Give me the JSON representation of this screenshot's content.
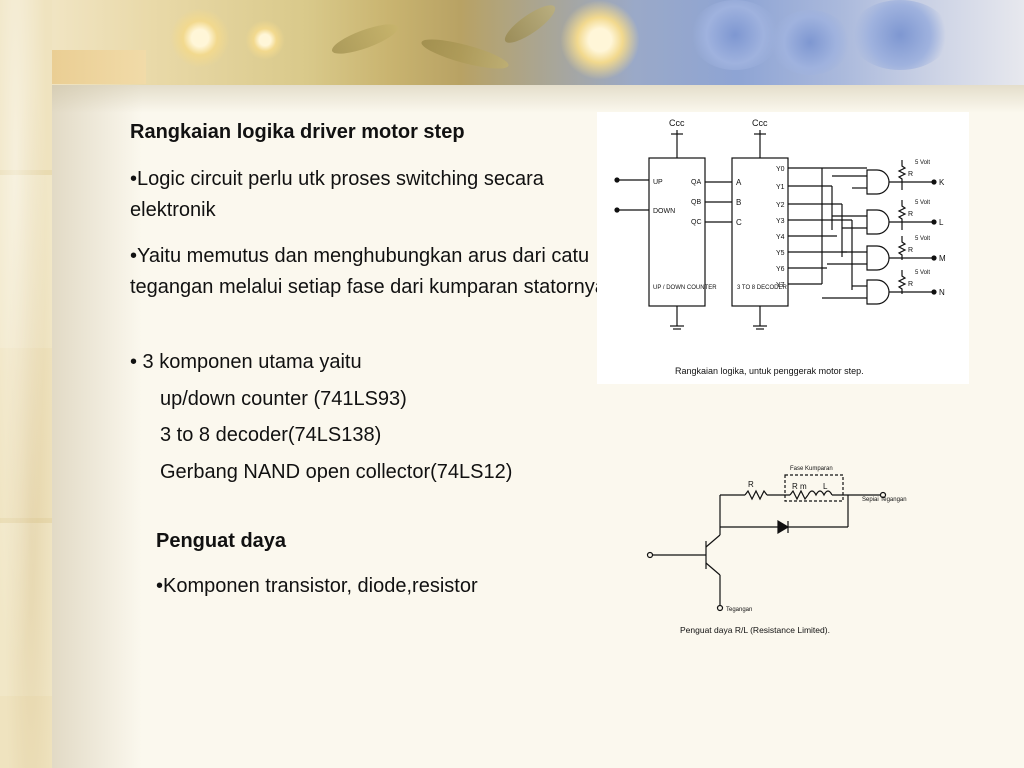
{
  "slide": {
    "title": "Rangkaian logika driver motor step",
    "bullets": [
      "•Logic circuit perlu utk proses switching secara elektronik",
      "•Yaitu memutus dan menghubungkan arus dari catu tegangan melalui setiap fase dari kumparan statornya.",
      "•  3 komponen utama yaitu"
    ],
    "components": [
      "up/down counter (741LS93)",
      "3 to 8 decoder(74LS138)",
      "Gerbang NAND open collector(74LS12)"
    ],
    "subtitle": "Penguat daya",
    "sub_bullet": "•Komponen transistor, diode,resistor"
  },
  "diagram1": {
    "caption": "Rangkaian logika, untuk penggerak motor step.",
    "vcc_left": "Ccc",
    "vcc_right": "Ccc",
    "counter": {
      "inputs": [
        "UP",
        "DOWN"
      ],
      "outputs": [
        "QA",
        "QB",
        "QC"
      ],
      "label": "UP / DOWN COUNTER"
    },
    "decoder": {
      "inputs": [
        "A",
        "B",
        "C"
      ],
      "outputs": [
        "Y0",
        "Y1",
        "Y2",
        "Y3",
        "Y4",
        "Y5",
        "Y6",
        "Y7"
      ],
      "label": "3 TO 8 DECODER"
    },
    "gate_outputs": [
      "K",
      "L",
      "M",
      "N"
    ],
    "supply": "5 Volt",
    "resistor": "R"
  },
  "diagram2": {
    "caption": "Penguat daya R/L (Resistance Limited).",
    "phase_label": "Fase Kumparan",
    "resistor": "R",
    "rm": "R m",
    "l": "L",
    "supply_label": "Sepiai Tegangan",
    "ground_label": "Tegangan"
  }
}
